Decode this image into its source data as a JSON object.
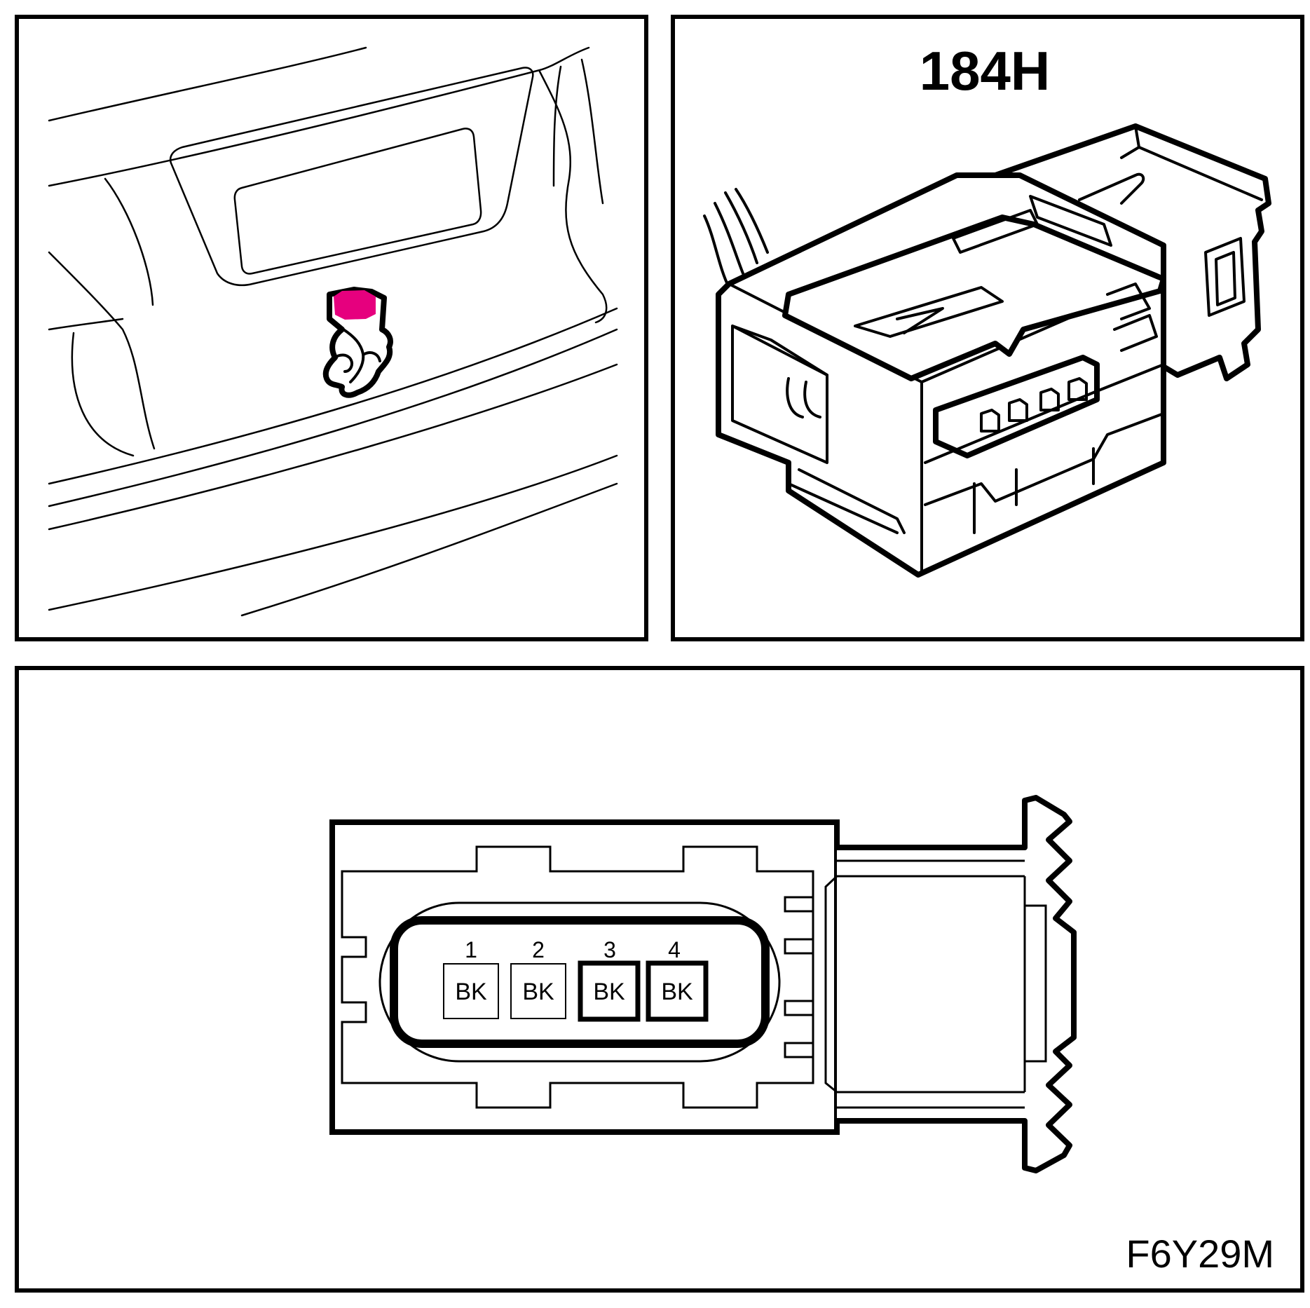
{
  "connector": {
    "id": "184H",
    "figure_code": "F6Y29M",
    "highlight_color": "#e6007e"
  },
  "pins": [
    {
      "number": "1",
      "color": "BK",
      "populated": false
    },
    {
      "number": "2",
      "color": "BK",
      "populated": false
    },
    {
      "number": "3",
      "color": "BK",
      "populated": true
    },
    {
      "number": "4",
      "color": "BK",
      "populated": true
    }
  ]
}
